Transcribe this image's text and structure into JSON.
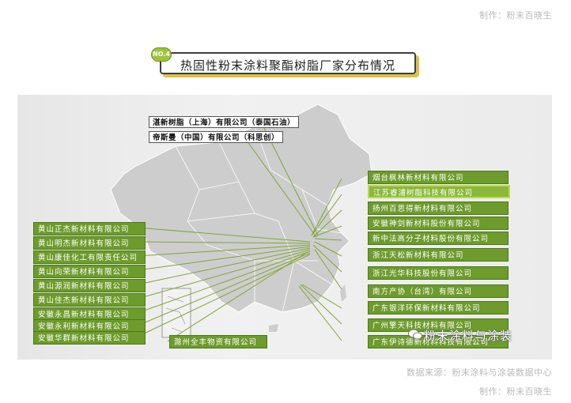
{
  "credit_top": "制作：粉末百晓生",
  "credit_bottom": "制作：粉末百晓生",
  "source": "数据来源：粉末涂料与涂装数据中心",
  "title": {
    "badge": "NO.4",
    "text": "热固性粉末涂料聚酯树脂厂家分布情况"
  },
  "watermark": "粉末涂料与涂装",
  "top_labels": [
    "湛新树脂（上海）有限公司（泰国石油）",
    "帝斯曼（中国）有限公司（科思创）"
  ],
  "left_labels": [
    "黄山正杰新材料有限公司",
    "黄山明杰新材料有限公司",
    "黄山康佳化工有限责任公司",
    "黄山向荣新材料有限公司",
    "黄山源润新材料有限公司",
    "黄山佳杰新材料有限公司",
    "安徽永昌新材料有限公司",
    "安徽永利新材料有限公司",
    "安徽华群新材料有限公司"
  ],
  "center_label": "滁州全丰物资有限公司",
  "right_labels": [
    "烟台枫林新材料有限公司",
    "江苏睿浦树脂科技有限公司",
    "扬州百思得新材料有限公司",
    "安徽神剑新材料股份有限公司",
    "新中法高分子材料股份有限公司",
    "浙江天松新材料有限公司",
    "浙江光华科技股份有限公司",
    "南方产协（台湾）有限公司",
    "广东银洋环保新材料有限公司",
    "广州擎天科技材料有限公司",
    "广东伊诗德新材料科技有限公司"
  ],
  "colors": {
    "tag_green": "#6d9b2c",
    "line_green": "#7fa53a",
    "title_shadow": "#d9c24a"
  }
}
